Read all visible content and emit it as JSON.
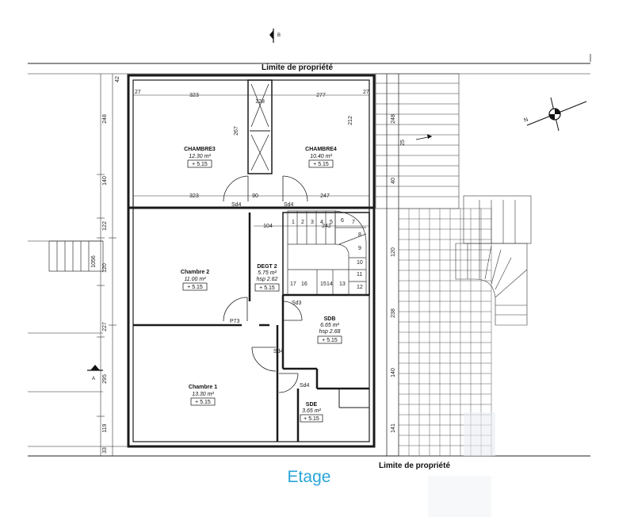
{
  "caption": "Etage",
  "property_line_top": "Limite de propriété",
  "property_line_bottom": "Limite de propriété",
  "section_mark_top": "B",
  "section_mark_left": "A",
  "north_label": "N",
  "rooms": [
    {
      "name": "CHAMBRE3",
      "area": "12.30 m²",
      "level": "+ 5.15"
    },
    {
      "name": "CHAMBRE4",
      "area": "10.40 m²",
      "level": "+ 5.15"
    },
    {
      "name": "Chambre 2",
      "area": "11.00 m²",
      "level": "+ 5.15"
    },
    {
      "name": "DEGT 2",
      "area": "5.75 m²",
      "hsp": "hsp 2.62",
      "level": "+ 5.15"
    },
    {
      "name": "SDB",
      "area": "6.65 m²",
      "hsp": "hsp 2.68",
      "level": "+ 5.15"
    },
    {
      "name": "Chambre 1",
      "area": "13.30 m²",
      "level": "+ 5.15"
    },
    {
      "name": "SDE",
      "area": "3.65 m²",
      "level": "+ 5.15"
    }
  ],
  "dimensions": {
    "d323_top": "323",
    "d277": "277",
    "d128": "128",
    "d267": "267",
    "d212": "212",
    "d323_mid": "323",
    "d90": "90",
    "d247": "247",
    "d104": "104",
    "d242": "242",
    "d27a": "27",
    "d27b": "27",
    "left_248": "248",
    "left_140": "140",
    "left_122": "122",
    "left_1056": "1056",
    "left_120": "120",
    "left_227": "227",
    "left_295": "295",
    "left_119": "119",
    "left_33": "33",
    "left_42": "42",
    "right_248": "248",
    "right_40": "40",
    "right_120": "120",
    "right_238": "238",
    "right_140": "140",
    "right_141": "141",
    "right_25": "25"
  },
  "stair_numbers": [
    "1",
    "2",
    "3",
    "4",
    "5",
    "6",
    "7",
    "8",
    "9",
    "10",
    "11",
    "12",
    "13",
    "14",
    "15",
    "16",
    "17"
  ],
  "door_labels": [
    "Sd4",
    "Sd4",
    "P73",
    "Sd3",
    "Sd4",
    "Sd4"
  ]
}
